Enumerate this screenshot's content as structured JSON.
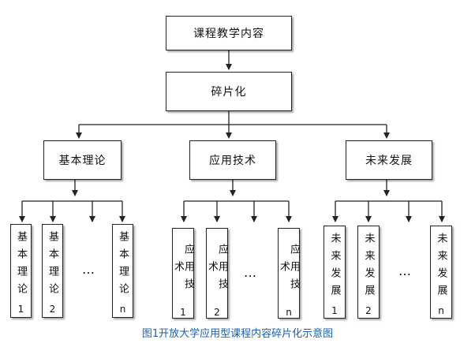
{
  "root": {
    "label": "课程教学内容"
  },
  "mid": {
    "label": "碎片化"
  },
  "categories": [
    {
      "label": "基本理论",
      "children": [
        {
          "label": "基本理论",
          "index": "1"
        },
        {
          "label": "基本理论",
          "index": "2"
        },
        {
          "label": "基本理论",
          "index": "n"
        }
      ]
    },
    {
      "label": "应用技术",
      "children": [
        {
          "label": "应用技术",
          "index": "1"
        },
        {
          "label": "应用技术",
          "index": "2"
        },
        {
          "label": "应用技术",
          "index": "n"
        }
      ]
    },
    {
      "label": "未来发展",
      "children": [
        {
          "label": "未来发展",
          "index": "1"
        },
        {
          "label": "未来发展",
          "index": "2"
        },
        {
          "label": "未来发展",
          "index": "n"
        }
      ]
    }
  ],
  "ellipsis": "…",
  "caption": "图1开放大学应用型课程内容碎片化示意图",
  "colors": {
    "caption": "#1b5fae",
    "line": "#222222"
  }
}
